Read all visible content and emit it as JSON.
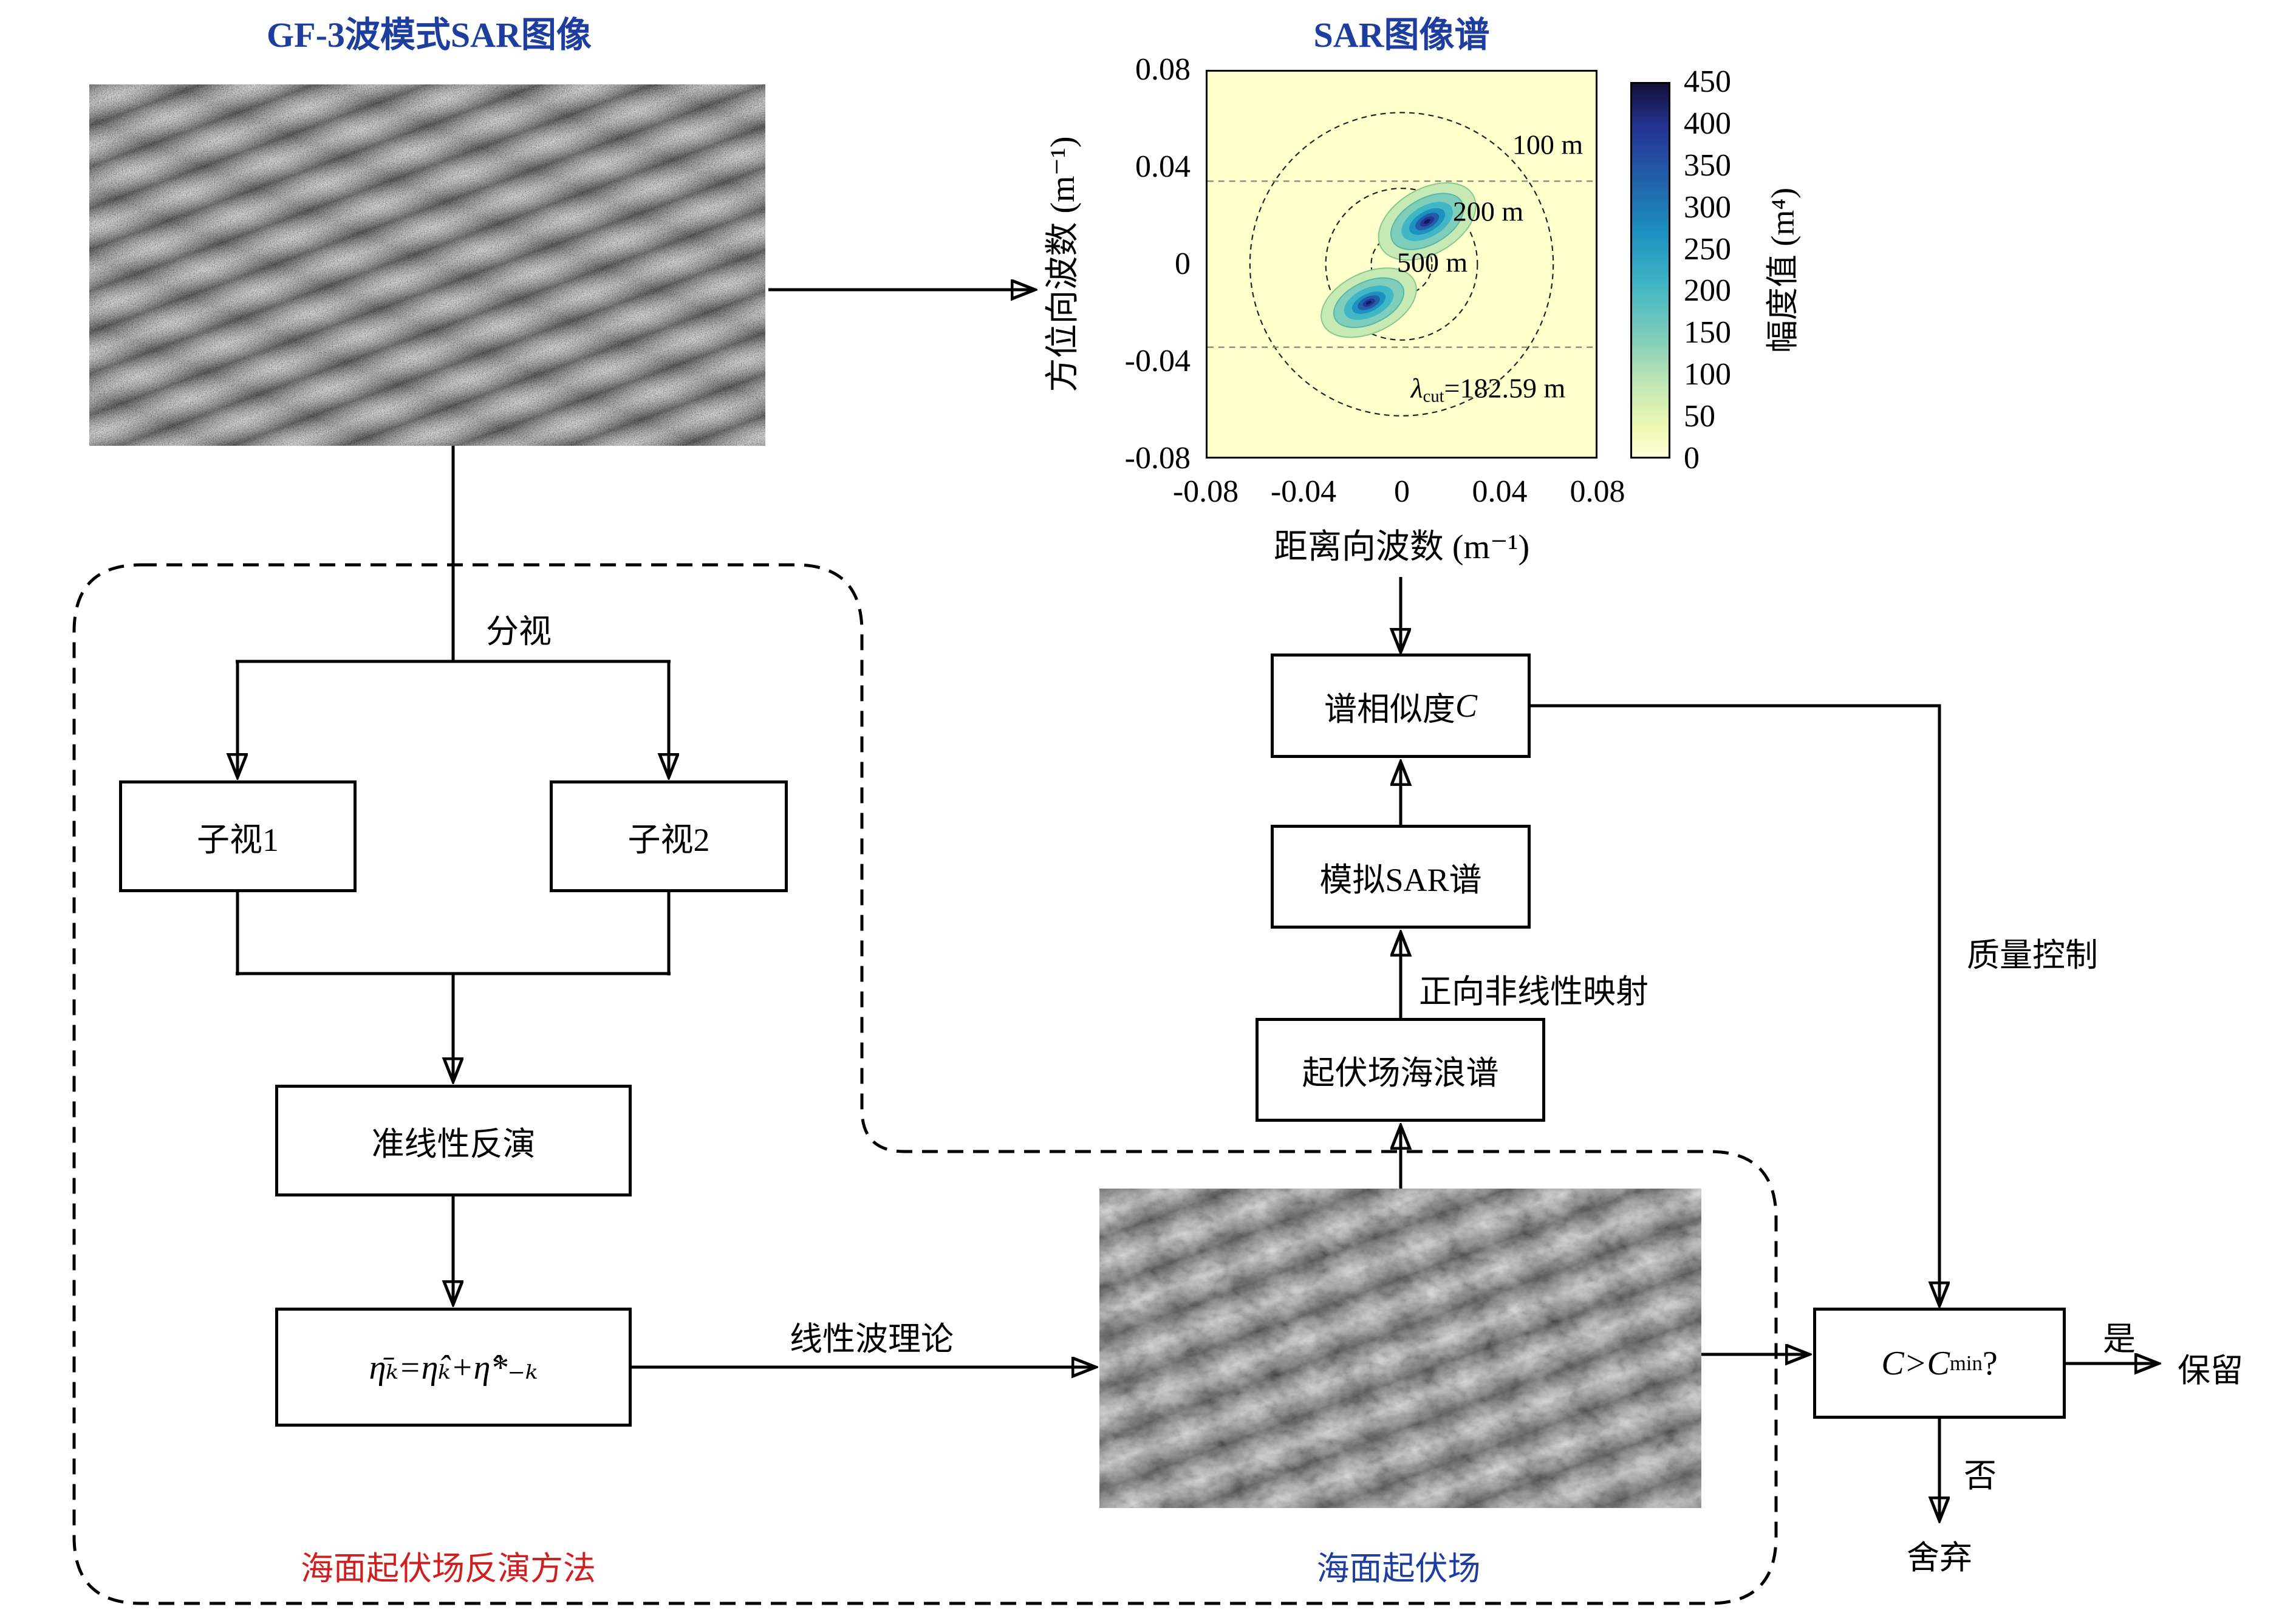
{
  "colors": {
    "title_blue": "#1d3e9e",
    "caption_red": "#cf1f1f",
    "plot_background": "#ffffcc"
  },
  "titles": {
    "sar_image": "GF-3波模式SAR图像",
    "spectrum": "SAR图像谱"
  },
  "spectrum": {
    "ylabel": "方位向波数 (m⁻¹)",
    "xlabel": "距离向波数 (m⁻¹)",
    "yticks": [
      "0.08",
      "0.04",
      "0",
      "-0.04",
      "-0.08"
    ],
    "xticks": [
      "-0.08",
      "-0.04",
      "0",
      "0.04",
      "0.08"
    ],
    "ann_100m": "100 m",
    "ann_200m": "200 m",
    "ann_500m": "500 m",
    "lambda_pre": "λ",
    "lambda_sub": "cut",
    "lambda_post": "=182.59 m",
    "colorbar_label": "幅度值 (m⁴)",
    "colorbar_ticks": [
      "450",
      "400",
      "350",
      "300",
      "250",
      "200",
      "150",
      "100",
      "50",
      "0"
    ]
  },
  "flow": {
    "split": "分视",
    "subview1": "子视1",
    "subview2": "子视2",
    "quasilinear": "准线性反演",
    "formula": "η̄ₖ=η̂ₖ+η̂*₋ₖ",
    "linear_wave": "线性波理论",
    "wave_spectrum": "起伏场海浪谱",
    "forward_mapping": "正向非线性映射",
    "sim_sar": "模拟SAR谱",
    "sim_pre": "谱相似度",
    "sim_c": "C",
    "quality": "质量控制",
    "cond_pre": "C>C",
    "cond_sub": "min",
    "cond_post": "?",
    "yes": "是",
    "keep": "保留",
    "no": "否",
    "discard": "舍弃"
  },
  "captions": {
    "method": "海面起伏场反演方法",
    "field": "海面起伏场"
  },
  "chart_data": {
    "type": "heatmap",
    "title": "SAR图像谱",
    "xlabel": "距离向波数 (m⁻¹)",
    "ylabel": "方位向波数 (m⁻¹)",
    "xlim": [
      -0.08,
      0.08
    ],
    "ylim": [
      -0.08,
      0.08
    ],
    "xticks": [
      -0.08,
      -0.04,
      0,
      0.04,
      0.08
    ],
    "yticks": [
      -0.08,
      -0.04,
      0,
      0.04,
      0.08
    ],
    "colorbar_label": "幅度值 (m⁴)",
    "colorbar_range": [
      0,
      450
    ],
    "colorbar_tick_step": 50,
    "wavelength_rings_m": [
      100,
      200,
      500
    ],
    "azimuth_cutoff_m": 182.59,
    "azimuth_cutoff_wavenumber": 0.0344,
    "spectral_peaks": [
      {
        "kx": 0.011,
        "ky": 0.018,
        "amplitude": 450
      },
      {
        "kx": -0.014,
        "ky": -0.016,
        "amplitude": 430
      }
    ],
    "legend_position": "right",
    "grid": false
  }
}
